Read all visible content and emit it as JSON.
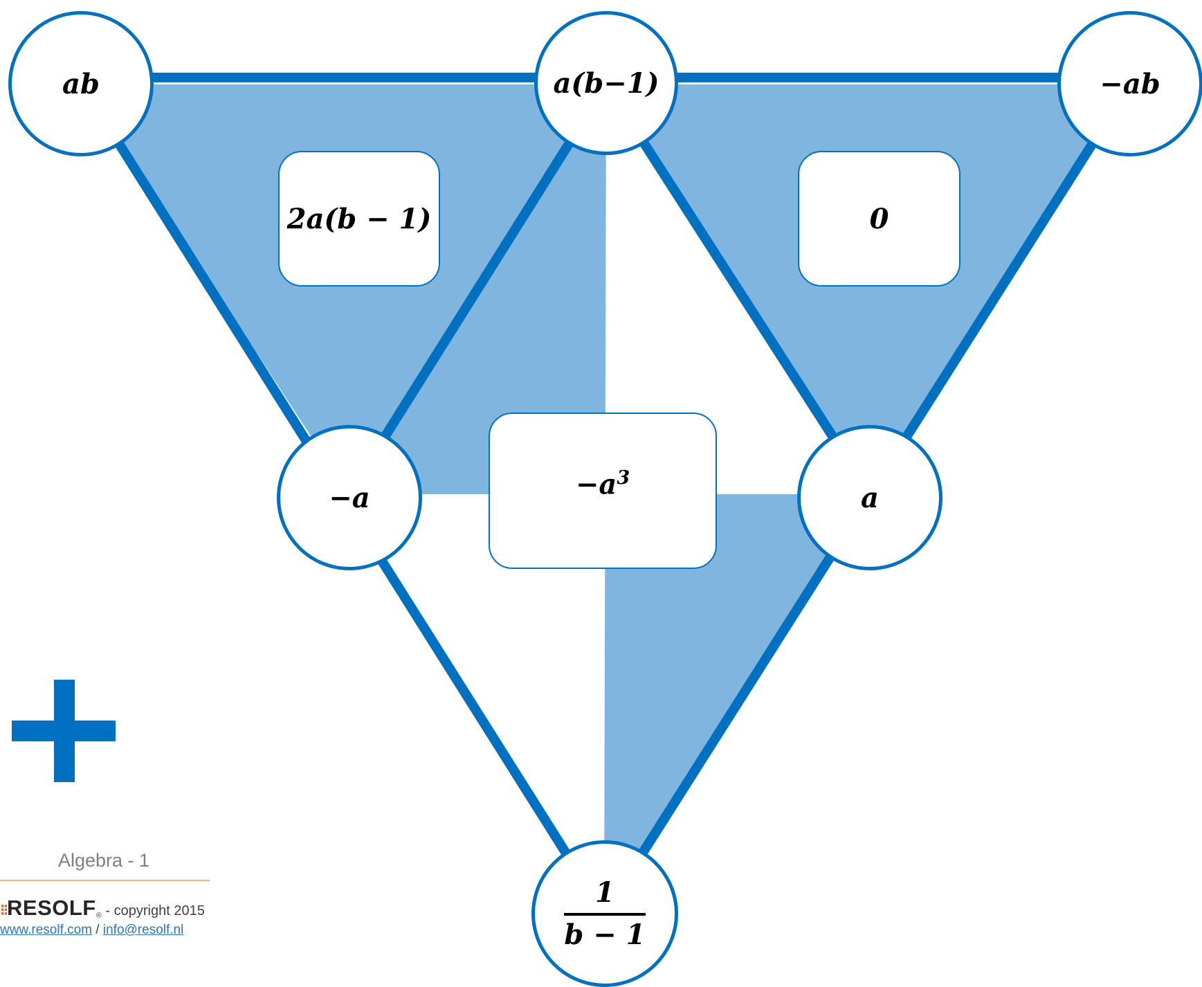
{
  "diagram": {
    "colors": {
      "fill": "#80b5df",
      "stroke": "#0070c0",
      "node_fill": "#ffffff",
      "text": "#000000"
    },
    "nodes": {
      "top_left": "ab",
      "top_middle": "a(b−1)",
      "top_right": "−ab",
      "middle_left": "−a",
      "middle_right": "a",
      "bottom_numerator": "1",
      "bottom_denominator": "b − 1"
    },
    "boxes": {
      "left": "2a(b − 1)",
      "right": "0",
      "center_base": "−a",
      "center_exponent": "3"
    }
  },
  "operator_icon": "plus-icon",
  "footer": {
    "title": "Algebra - 1",
    "brand_name": "RESOLF",
    "brand_mark": "®",
    "copyright": " - copyright 2015",
    "website": "www.resolf.com",
    "separator": " / ",
    "email": "info@resolf.nl"
  }
}
